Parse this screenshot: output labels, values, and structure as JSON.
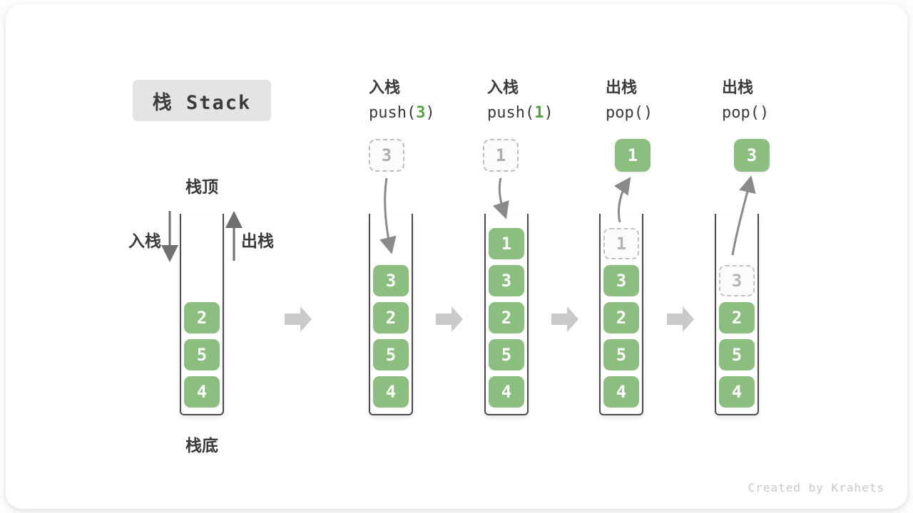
{
  "title": "栈 Stack",
  "legend": {
    "top": "栈顶",
    "bottom": "栈底",
    "push": "入栈",
    "pop": "出栈"
  },
  "columns": [
    {
      "action": "入栈",
      "code_pre": "push(",
      "code_num": "3",
      "code_post": ")"
    },
    {
      "action": "入栈",
      "code_pre": "push(",
      "code_num": "1",
      "code_post": ")"
    },
    {
      "action": "出栈",
      "code_pre": "pop()",
      "code_num": "",
      "code_post": ""
    },
    {
      "action": "出栈",
      "code_pre": "pop()",
      "code_num": "",
      "code_post": ""
    }
  ],
  "floating": [
    {
      "value": "3",
      "style": "dashed"
    },
    {
      "value": "1",
      "style": "dashed"
    },
    {
      "value": "1",
      "style": "solid"
    },
    {
      "value": "3",
      "style": "solid"
    }
  ],
  "stacks": [
    {
      "cells": [
        {
          "value": "2",
          "ghost": false
        },
        {
          "value": "5",
          "ghost": false
        },
        {
          "value": "4",
          "ghost": false
        }
      ]
    },
    {
      "cells": [
        {
          "value": "3",
          "ghost": false
        },
        {
          "value": "2",
          "ghost": false
        },
        {
          "value": "5",
          "ghost": false
        },
        {
          "value": "4",
          "ghost": false
        }
      ]
    },
    {
      "cells": [
        {
          "value": "1",
          "ghost": false
        },
        {
          "value": "3",
          "ghost": false
        },
        {
          "value": "2",
          "ghost": false
        },
        {
          "value": "5",
          "ghost": false
        },
        {
          "value": "4",
          "ghost": false
        }
      ]
    },
    {
      "cells": [
        {
          "value": "1",
          "ghost": true
        },
        {
          "value": "3",
          "ghost": false
        },
        {
          "value": "2",
          "ghost": false
        },
        {
          "value": "5",
          "ghost": false
        },
        {
          "value": "4",
          "ghost": false
        }
      ]
    },
    {
      "cells": [
        {
          "value": "3",
          "ghost": true
        },
        {
          "value": "2",
          "ghost": false
        },
        {
          "value": "5",
          "ghost": false
        },
        {
          "value": "4",
          "ghost": false
        }
      ]
    }
  ],
  "watermark": "Created by Krahets",
  "colors": {
    "cell_green": "#8cbe80",
    "code_green": "#55a245",
    "wall_dark": "#4a4a4a",
    "curve_arrow_gray": "#8a8a8a",
    "side_arrow_gray": "#6f6f6f",
    "block_arrow_gray": "#c9c9c9",
    "title_box_bg": "#e4e4e4"
  }
}
